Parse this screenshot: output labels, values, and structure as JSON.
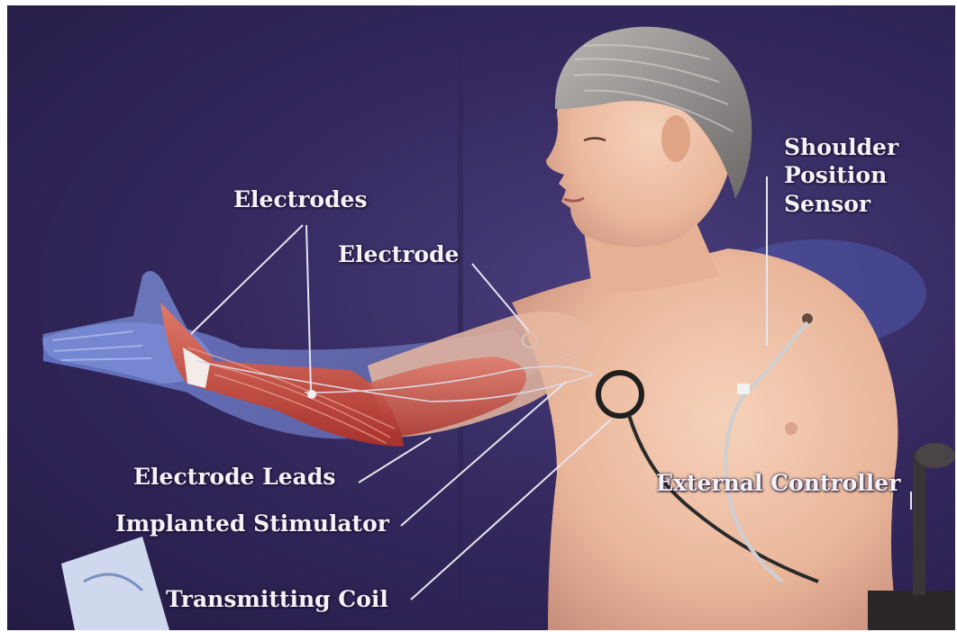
{
  "labels": {
    "electrodes": "Electrodes",
    "electrode": "Electrode",
    "shoulder_sensor": [
      "Shoulder",
      "Position",
      "Sensor"
    ],
    "electrode_leads": "Electrode Leads",
    "implanted_stimulator": "Implanted Stimulator",
    "external_controller": "External Controller",
    "transmitting_coil": "Transmitting Coil"
  },
  "colors": {
    "background": "#35295f",
    "skin": "#f2c4a8",
    "muscle": "#c8453c",
    "label_text": "#f4f1f7",
    "pointer_line": "#e8e4ee",
    "cable": "#2a2a2a",
    "hair": "#8d8a8a"
  }
}
